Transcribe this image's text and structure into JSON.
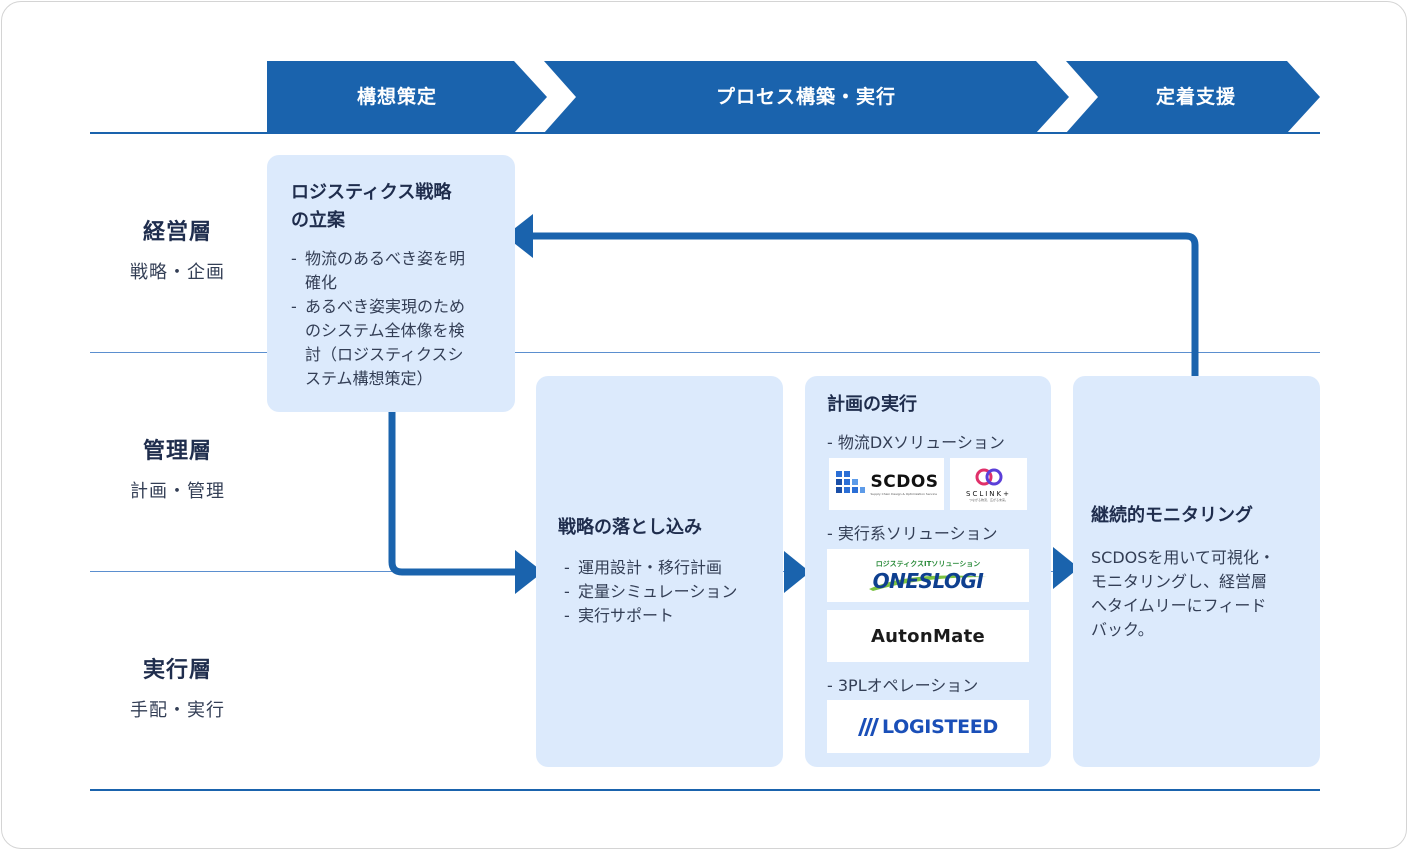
{
  "phases": [
    "構想策定",
    "プロセス構築・実行",
    "定着支援"
  ],
  "layers": [
    {
      "name": "経営層",
      "sub": "戦略・企画"
    },
    {
      "name": "管理層",
      "sub": "計画・管理"
    },
    {
      "name": "実行層",
      "sub": "手配・実行"
    }
  ],
  "strategy": {
    "title_line1": "ロジスティクス戦略",
    "title_line2": "の立案",
    "bullets": [
      [
        "物流のあるべき姿を明",
        "確化"
      ],
      [
        "あるべき姿実現のため",
        "のシステム全体像を検",
        "討（ロジスティクスシ",
        "ステム構想策定）"
      ]
    ]
  },
  "deploy": {
    "title": "戦略の落とし込み",
    "bullets": [
      "運用設計・移行計画",
      "定量シミュレーション",
      "実行サポート"
    ]
  },
  "execute": {
    "title": "計画の実行",
    "section1": "- 物流DXソリューション",
    "section2": "- 実行系ソリューション",
    "section3": "- 3PLオペレーション",
    "logos": {
      "scdos": "SCDOS",
      "scdos_tagline": "Supply Chain Design & Optimization Service",
      "sclink": "SCLINK+",
      "sclink_tagline": "つながる物流、広がる未来。",
      "onelogi_top": "ロジスティクスITソリューション",
      "onelogi": "ONESLOGI",
      "autonmate": "AutonMate",
      "logisteed": "LOGISTEED"
    }
  },
  "monitor": {
    "title": "継続的モニタリング",
    "body": [
      "SCDOSを用いて可視化・",
      "モニタリングし、経営層",
      "へタイムリーにフィード",
      "バック。"
    ]
  },
  "colors": {
    "primary": "#1a63ad",
    "box": "#dceafc",
    "text": "#1f2d4d"
  }
}
